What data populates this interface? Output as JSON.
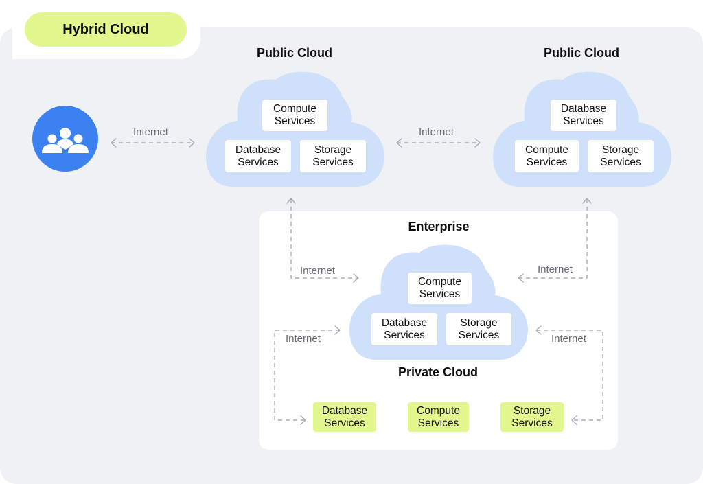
{
  "title": "Hybrid Cloud",
  "public_cloud_left": {
    "heading": "Public Cloud",
    "services": [
      "Compute\nServices",
      "Database\nServices",
      "Storage\nServices"
    ]
  },
  "public_cloud_right": {
    "heading": "Public Cloud",
    "services": [
      "Database\nServices",
      "Compute\nServices",
      "Storage\nServices"
    ]
  },
  "enterprise": {
    "heading": "Enterprise",
    "private_cloud": {
      "heading": "Private Cloud",
      "services": [
        "Compute\nServices",
        "Database\nServices",
        "Storage\nServices"
      ]
    },
    "onprem_services": [
      "Database\nServices",
      "Compute\nServices",
      "Storage\nServices"
    ]
  },
  "connection_label": "Internet",
  "icons": {
    "users": "users-group-icon"
  },
  "colors": {
    "accent_green": "#e3f78f",
    "cloud_blue": "#cfe0fb",
    "user_blue": "#3b82f0"
  }
}
